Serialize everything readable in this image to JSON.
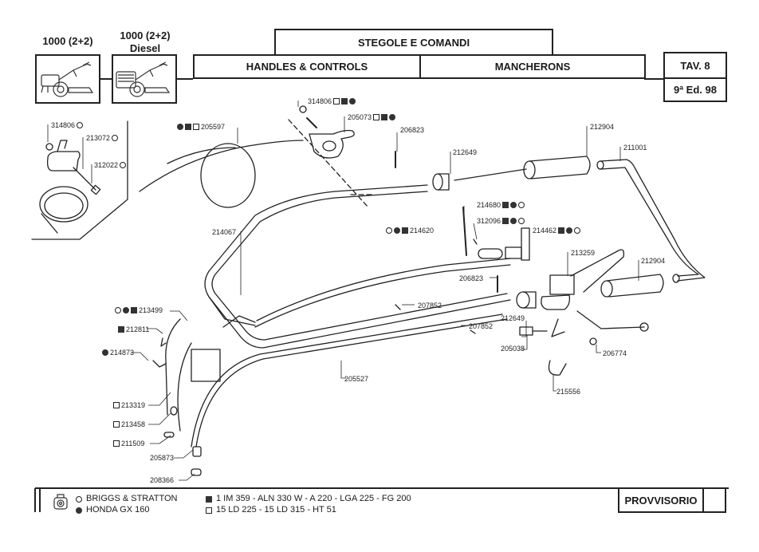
{
  "header": {
    "models": [
      {
        "line1": "1000 (2+2)",
        "line2": ""
      },
      {
        "line1": "1000 (2+2)",
        "line2": "Diesel"
      }
    ],
    "title_it": "STEGOLE E COMANDI",
    "title_en": "HANDLES & CONTROLS",
    "title_fr": "MANCHERONS",
    "table_number": "TAV. 8",
    "edition": "9ª Ed. 98"
  },
  "parts": [
    {
      "code": "314806",
      "symbols": [
        "open-circle"
      ],
      "symbols_side": "after"
    },
    {
      "code": "213072",
      "symbols": [
        "open-circle"
      ],
      "symbols_side": "after"
    },
    {
      "code": "312022",
      "symbols": [
        "open-circle"
      ],
      "symbols_side": "after"
    },
    {
      "code": "205597",
      "symbols": [
        "filled-circle",
        "filled-square",
        "open-square"
      ],
      "symbols_side": "before"
    },
    {
      "code": "314806",
      "symbols": [
        "open-square",
        "filled-square",
        "filled-circle"
      ],
      "symbols_side": "after"
    },
    {
      "code": "205073",
      "symbols": [
        "open-square",
        "filled-square",
        "filled-circle"
      ],
      "symbols_side": "after"
    },
    {
      "code": "206823",
      "symbols": [],
      "symbols_side": "after"
    },
    {
      "code": "212649",
      "symbols": [],
      "symbols_side": "after"
    },
    {
      "code": "212904",
      "symbols": [],
      "symbols_side": "after"
    },
    {
      "code": "211001",
      "symbols": [],
      "symbols_side": "after"
    },
    {
      "code": "214680",
      "symbols": [
        "filled-square",
        "filled-circle",
        "open-circle"
      ],
      "symbols_side": "after"
    },
    {
      "code": "312096",
      "symbols": [
        "filled-square",
        "filled-circle",
        "open-circle"
      ],
      "symbols_side": "after"
    },
    {
      "code": "214462",
      "symbols": [
        "filled-square",
        "filled-circle",
        "open-circle"
      ],
      "symbols_side": "after"
    },
    {
      "code": "214620",
      "symbols": [
        "open-circle",
        "filled-circle",
        "filled-square"
      ],
      "symbols_side": "before"
    },
    {
      "code": "214067",
      "symbols": [],
      "symbols_side": "after"
    },
    {
      "code": "213259",
      "symbols": [],
      "symbols_side": "after"
    },
    {
      "code": "212904",
      "symbols": [],
      "symbols_side": "after"
    },
    {
      "code": "206823",
      "symbols": [],
      "symbols_side": "after"
    },
    {
      "code": "213499",
      "symbols": [
        "open-circle",
        "filled-circle",
        "filled-square"
      ],
      "symbols_side": "before"
    },
    {
      "code": "207852",
      "symbols": [],
      "symbols_side": "after"
    },
    {
      "code": "212649",
      "symbols": [],
      "symbols_side": "after"
    },
    {
      "code": "212811",
      "symbols": [
        "filled-square"
      ],
      "symbols_side": "before"
    },
    {
      "code": "207852",
      "symbols": [],
      "symbols_side": "after"
    },
    {
      "code": "205038",
      "symbols": [],
      "symbols_side": "after"
    },
    {
      "code": "206774",
      "symbols": [],
      "symbols_side": "after"
    },
    {
      "code": "214873",
      "symbols": [
        "filled-circle"
      ],
      "symbols_side": "before"
    },
    {
      "code": "205527",
      "symbols": [],
      "symbols_side": "after"
    },
    {
      "code": "215556",
      "symbols": [],
      "symbols_side": "after"
    },
    {
      "code": "213319",
      "symbols": [
        "open-square"
      ],
      "symbols_side": "before"
    },
    {
      "code": "213458",
      "symbols": [
        "open-square"
      ],
      "symbols_side": "before"
    },
    {
      "code": "211509",
      "symbols": [
        "open-square"
      ],
      "symbols_side": "before"
    },
    {
      "code": "205873",
      "symbols": [],
      "symbols_side": "after"
    },
    {
      "code": "208366",
      "symbols": [],
      "symbols_side": "after"
    }
  ],
  "legend": {
    "engine_icon": "engine-icon",
    "items": [
      {
        "symbol": "open-circle",
        "label": "BRIGGS & STRATTON"
      },
      {
        "symbol": "filled-circle",
        "label": "HONDA GX 160"
      },
      {
        "symbol": "filled-square",
        "label": "1 IM 359 - ALN 330 W - A 220 - LGA 225 - FG 200"
      },
      {
        "symbol": "open-square",
        "label": "15 LD 225 - 15 LD 315 - HT 51"
      }
    ],
    "status": "PROVVISORIO"
  }
}
